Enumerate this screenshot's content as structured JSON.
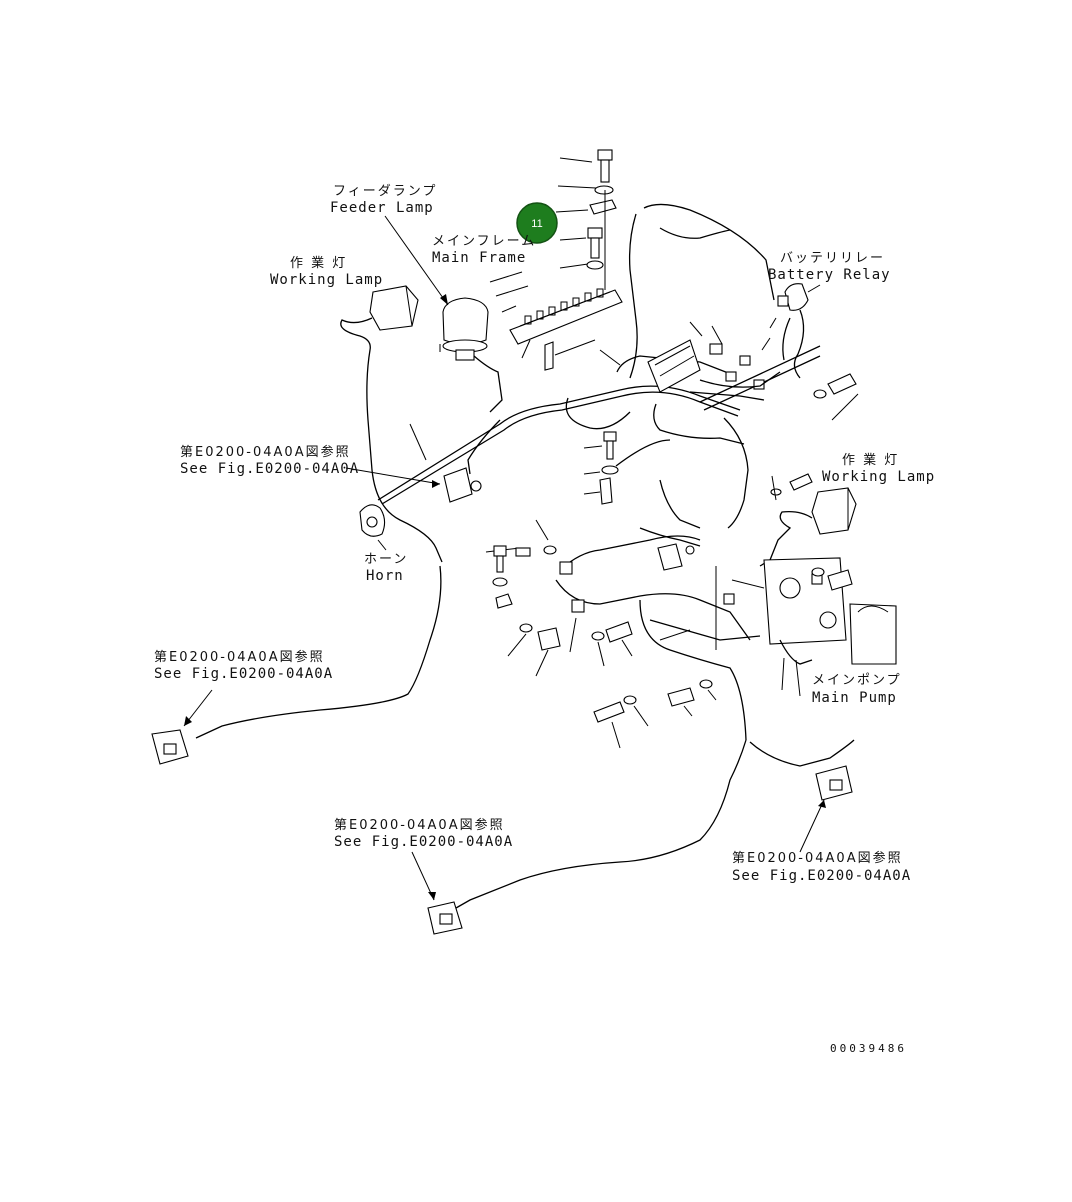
{
  "diagram": {
    "callout": {
      "number": "11",
      "color": "#1e7d1e",
      "active": true
    },
    "labels": {
      "feeder_lamp": {
        "jp": "フィーダランプ",
        "en": "Feeder Lamp"
      },
      "main_frame": {
        "jp": "メインフレーム",
        "en": "Main Frame"
      },
      "working_lamp_left": {
        "jp": "作 業 灯",
        "en": "Working Lamp"
      },
      "battery_relay": {
        "jp": "バッテリリレー",
        "en": "Battery Relay"
      },
      "working_lamp_right": {
        "jp": "作 業 灯",
        "en": "Working Lamp"
      },
      "horn": {
        "jp": "ホーン",
        "en": "Horn"
      },
      "main_pump": {
        "jp": "メインポンプ",
        "en": "Main Pump"
      },
      "see_fig_1": {
        "jp": "第E0200-04A0A図参照",
        "en": "See Fig.E0200-04A0A"
      },
      "see_fig_2": {
        "jp": "第E0200-04A0A図参照",
        "en": "See Fig.E0200-04A0A"
      },
      "see_fig_3": {
        "jp": "第E0200-04A0A図参照",
        "en": "See Fig.E0200-04A0A"
      },
      "see_fig_4": {
        "jp": "第E0200-04A0A図参照",
        "en": "See Fig.E0200-04A0A"
      }
    },
    "drawing_code": "00039486"
  }
}
